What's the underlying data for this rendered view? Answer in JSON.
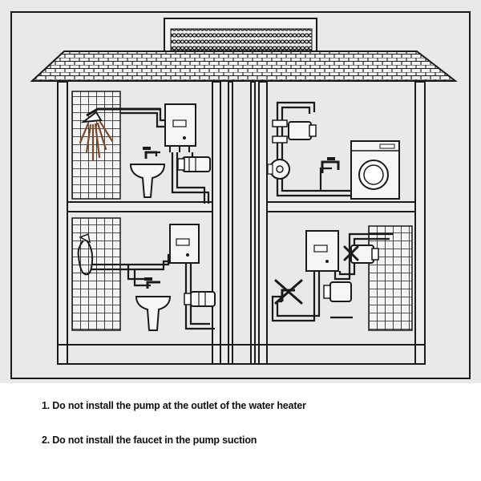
{
  "colors": {
    "background": "#e9e9e9",
    "line": "#1a1a1a",
    "shower_spray": "#7a4a2a",
    "page": "#ffffff"
  },
  "diagram": {
    "rooms": [
      "upper-left bathroom with shower and water heater",
      "upper-right laundry with pump and washing machine",
      "lower-left bathroom with shower hose and water heater",
      "lower-right room with water heater and crossed-out installations"
    ],
    "icons": [
      "roof-tiles-icon",
      "chimney-icon",
      "shower-head-icon",
      "water-heater-icon",
      "pump-icon",
      "faucet-icon",
      "sink-icon",
      "washing-machine-icon",
      "cross-mark-icon"
    ]
  },
  "notes": [
    {
      "text": "1. Do not install the pump at the outlet of the water heater"
    },
    {
      "text": "2. Do not install the faucet in the pump suction"
    }
  ]
}
